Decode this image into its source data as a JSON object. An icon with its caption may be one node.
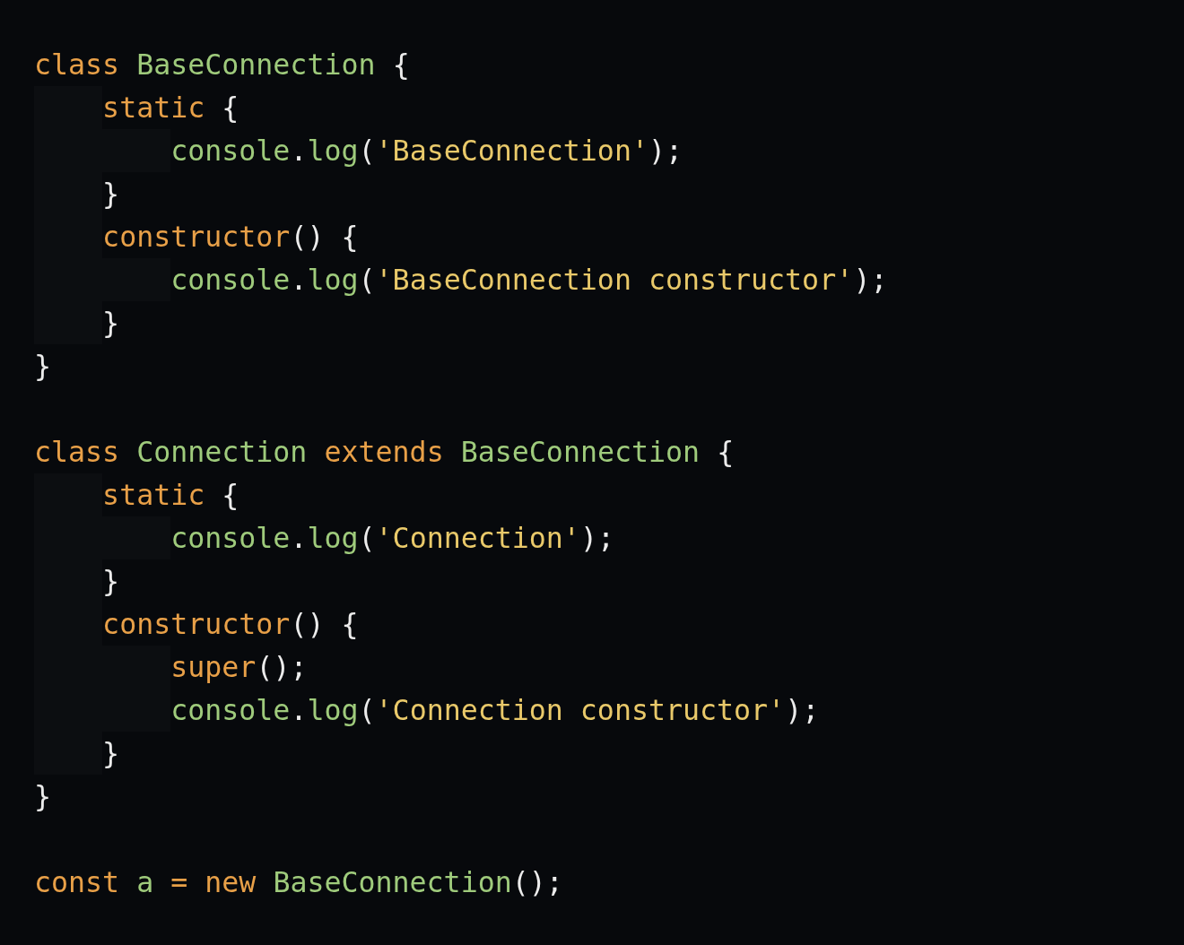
{
  "diagram": {
    "labels": [
      "class",
      "BaseConnection",
      "{",
      "static",
      "{",
      "console",
      ".",
      "log",
      "(",
      "'BaseConnection'",
      ");",
      "}",
      "constructor",
      "()",
      "{",
      "console",
      ".",
      "log",
      "(",
      "'BaseConnection constructor'",
      ");",
      "}",
      "}",
      "class",
      "Connection",
      "extends",
      "BaseConnection",
      "{",
      "static",
      "{",
      "console",
      ".",
      "log",
      "(",
      "'Connection'",
      ");",
      "}",
      "constructor",
      "()",
      "{",
      "super",
      "();",
      "console",
      ".",
      "log",
      "(",
      "'Connection constructor'",
      ");",
      "}",
      "}",
      "const",
      "a",
      "=",
      "new",
      "BaseConnection",
      "();"
    ]
  }
}
